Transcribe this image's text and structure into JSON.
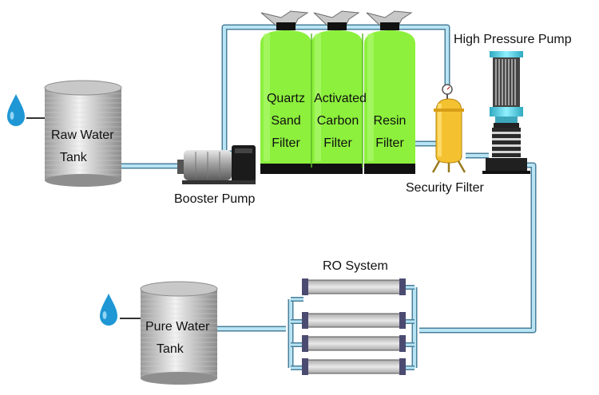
{
  "labels": {
    "raw_water_tank": [
      "Raw Water",
      "Tank"
    ],
    "pure_water_tank": [
      "Pure Water",
      "Tank"
    ],
    "booster_pump": "Booster Pump",
    "security_filter": "Security Filter",
    "high_pressure_pump": "High Pressure Pump",
    "ro_system": "RO System",
    "quartz_sand_filter": [
      "Quartz",
      "Sand",
      "Filter"
    ],
    "activated_carbon_filter": [
      "Activated",
      "Carbon",
      "Filter"
    ],
    "resin_filter": [
      "Resin",
      "Filter"
    ]
  },
  "colors": {
    "filter_green": "#8cf03c",
    "pipe_blue": "#b8e4f4",
    "pipe_outline": "#4a7f9a",
    "water_drop": "#1f97d4",
    "security_filter_yellow": "#f4c230",
    "pump_head_cyan": "#5fd3e6",
    "ro_membrane_gray": "#c9c9c9"
  },
  "icons": [
    "water-drop-icon",
    "pressure-gauge-icon"
  ]
}
